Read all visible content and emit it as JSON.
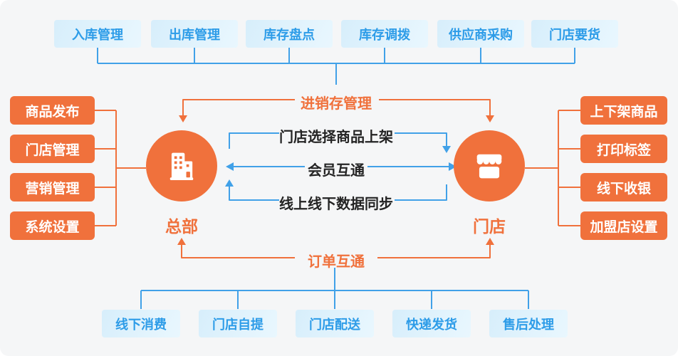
{
  "colors": {
    "canvas_background": "#f5f6f7",
    "accent_orange": "#f0713c",
    "line_blue": "#41a1e8",
    "text_blue": "#2d9ce8",
    "box_blue_background": "#dcf0fb",
    "link_text_dark": "#242424",
    "node_icon_white": "#ffffff"
  },
  "top_row": {
    "items": [
      "入库管理",
      "出库管理",
      "库存盘点",
      "库存调拨",
      "供应商采购",
      "门店要货"
    ]
  },
  "top_hub": {
    "label": "进销存管理"
  },
  "left_column": {
    "items": [
      "商品发布",
      "门店管理",
      "营销管理",
      "系统设置"
    ]
  },
  "right_column": {
    "items": [
      "上下架商品",
      "打印标签",
      "线下收银",
      "加盟店设置"
    ]
  },
  "nodes": {
    "headquarters": {
      "label": "总部",
      "icon": "building-icon"
    },
    "store": {
      "label": "门店",
      "icon": "storefront-icon"
    }
  },
  "links": {
    "top": {
      "label": "门店选择商品上架",
      "direction": "headquarters-to-store"
    },
    "middle": {
      "label": "会员互通",
      "direction": "bidirectional"
    },
    "bottom": {
      "label": "线上线下数据同步",
      "direction": "store-to-headquarters"
    }
  },
  "bottom_hub": {
    "label": "订单互通"
  },
  "bottom_row": {
    "items": [
      "线下消费",
      "门店自提",
      "门店配送",
      "快递发货",
      "售后处理"
    ]
  }
}
